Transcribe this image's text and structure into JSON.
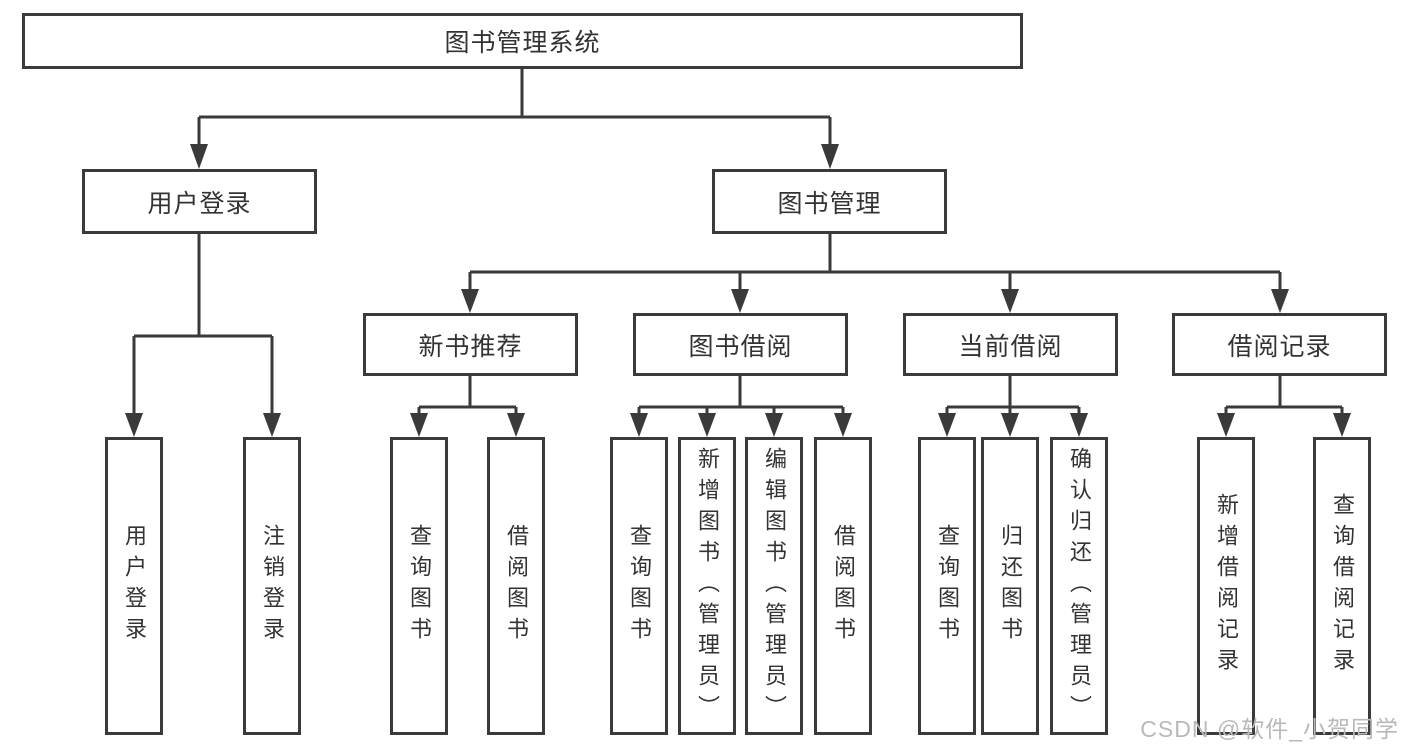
{
  "diagram_type": "hierarchy-tree",
  "tree": {
    "label": "图书管理系统",
    "children": [
      {
        "label": "用户登录",
        "children": [
          {
            "label": "用户登录"
          },
          {
            "label": "注销登录"
          }
        ]
      },
      {
        "label": "图书管理",
        "children": [
          {
            "label": "新书推荐",
            "children": [
              {
                "label": "查询图书"
              },
              {
                "label": "借阅图书"
              }
            ]
          },
          {
            "label": "图书借阅",
            "children": [
              {
                "label": "查询图书"
              },
              {
                "label": "新增图书（管理员）"
              },
              {
                "label": "编辑图书（管理员）"
              },
              {
                "label": "借阅图书"
              }
            ]
          },
          {
            "label": "当前借阅",
            "children": [
              {
                "label": "查询图书"
              },
              {
                "label": "归还图书"
              },
              {
                "label": "确认归还（管理员）"
              }
            ]
          },
          {
            "label": "借阅记录",
            "children": [
              {
                "label": "新增借阅记录"
              },
              {
                "label": "查询借阅记录"
              }
            ]
          }
        ]
      }
    ]
  },
  "watermark": {
    "text": "CSDN @软件_小贺同学"
  },
  "colors": {
    "line": "#3a3a3a",
    "box_border": "#3a3a3a",
    "text": "#333333",
    "watermark": "#b9b9b9",
    "background": "#ffffff"
  }
}
